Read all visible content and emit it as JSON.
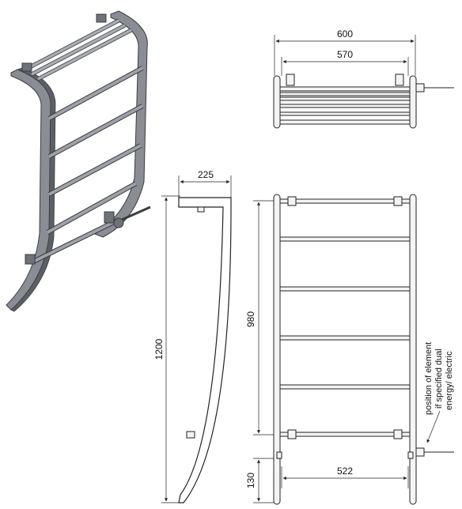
{
  "drawing": {
    "dimensions": {
      "overall_width": "600",
      "rail_centres_top": "570",
      "depth": "225",
      "overall_height": "1200",
      "rail_height": "980",
      "bottom_offset": "130",
      "bottom_rail_centres": "522"
    },
    "note_lines": [
      "position of element",
      "if specified dual",
      "energy/ electric"
    ]
  },
  "colors": {
    "line": "#222222",
    "iso_frame_fill": "#8a8d94",
    "iso_frame_dark": "#5c5f66",
    "iso_bar_fill": "#9ea1a8"
  }
}
